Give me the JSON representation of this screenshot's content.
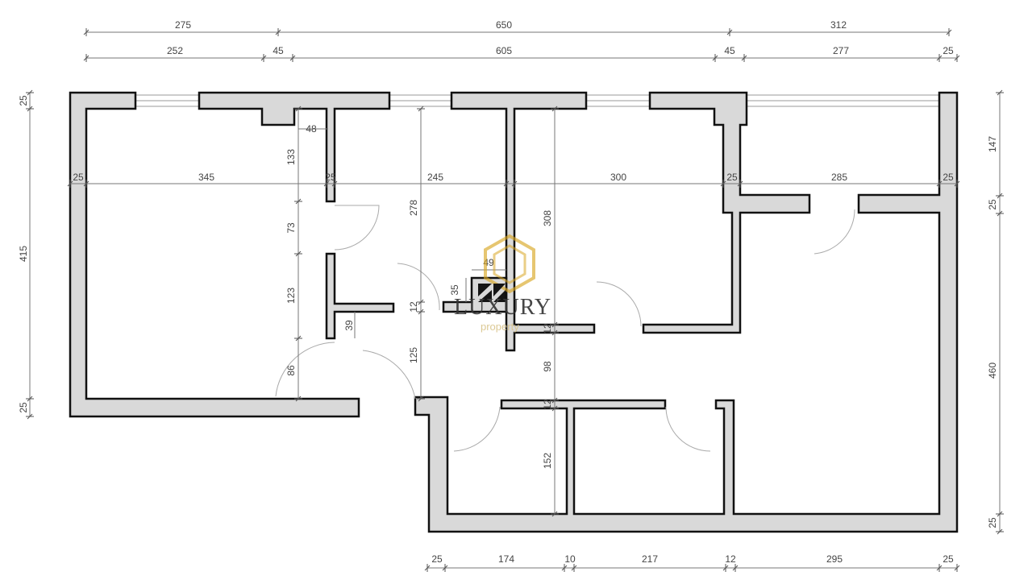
{
  "dimensions": {
    "top_row1": [
      "275",
      "650",
      "312"
    ],
    "top_row2": [
      "252",
      "45",
      "605",
      "45",
      "277",
      "25"
    ],
    "interior_row": [
      "25",
      "345",
      "25",
      "245",
      "300",
      "25",
      "285",
      "25"
    ],
    "bottom_row": [
      "25",
      "174",
      "10",
      "217",
      "12",
      "295",
      "25"
    ],
    "left_col": [
      "25",
      "415",
      "25"
    ],
    "right_col": [
      "147",
      "25",
      "460",
      "25"
    ],
    "col_a": [
      "48",
      "133",
      "73",
      "123",
      "39",
      "86"
    ],
    "col_b": [
      "278",
      "12",
      "125"
    ],
    "col_c": [
      "308",
      "12",
      "98",
      "12",
      "152"
    ],
    "small": [
      "49",
      "35"
    ]
  },
  "logo": {
    "name": "LUXURY",
    "tagline": "property",
    "color": "#d9a520"
  }
}
